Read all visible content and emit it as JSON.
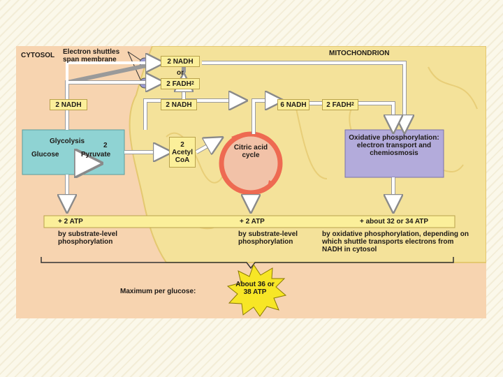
{
  "labels": {
    "cytosol": "CYTOSOL",
    "shuttles": "Electron shuttles span membrane",
    "mitochondrion": "MITOCHONDRION",
    "nadh_top": "2 NADH",
    "or": "or",
    "fadh_top": "2 FADH",
    "fadh_sub": "2",
    "nadh_left": "2 NADH",
    "nadh_mid": "2 NADH",
    "nadh_six": "6 NADH",
    "fadh_right": "2 FADH",
    "fadh_right_sub": "2",
    "glycolysis": "Glycolysis",
    "glucose": "Glucose",
    "two": "2",
    "pyruvate": "Pyruvate",
    "acetyl_coa": "2 Acetyl CoA",
    "citric": "Citric acid cycle",
    "oxidative": "Oxidative phosphorylation: electron transport and chemiosmosis",
    "atp1": "+ 2 ATP",
    "atp2": "+ 2 ATP",
    "atp3": "+ about 32 or 34 ATP",
    "note1": "by substrate-level phosphorylation",
    "note2": "by substrate-level phosphorylation",
    "note3": "by oxidative phosphorylation, depending on which shuttle transports electrons from NADH in cytosol",
    "max_label": "Maximum per glucose:",
    "starburst": "About 36 or 38 ATP"
  },
  "colors": {
    "cytosol_bg": "#f7d4b0",
    "mitochondrion": "#f4e29a",
    "glycolysis_box": "#8fd3d3",
    "oxidative_box": "#b3abdb",
    "citric_cycle": "#ee6a52",
    "starburst": "#f7e626"
  }
}
